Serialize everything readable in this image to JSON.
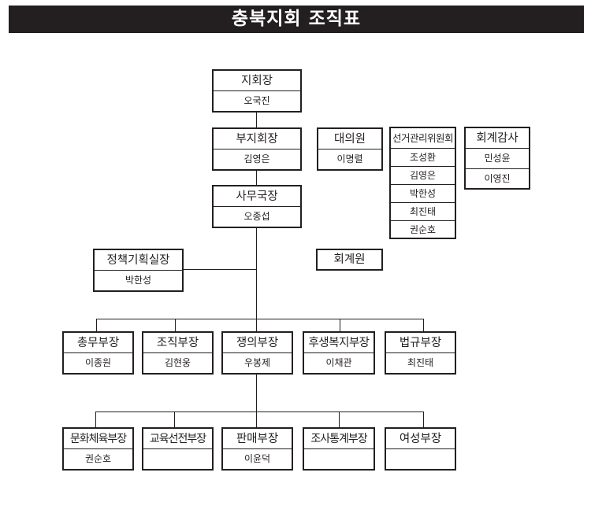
{
  "title": "충북지회 조직표",
  "top_chain": [
    {
      "position": "지회장",
      "names": [
        "오국진"
      ]
    },
    {
      "position": "부지회장",
      "names": [
        "김영은"
      ]
    },
    {
      "position": "사무국장",
      "names": [
        "오종섭"
      ]
    }
  ],
  "side_groups": [
    {
      "position": "대의원",
      "names": [
        "이명렬"
      ]
    },
    {
      "position": "선거관리위원회",
      "names": [
        "조성환",
        "김영은",
        "박한성",
        "최진태",
        "권순호"
      ]
    },
    {
      "position": "회계감사",
      "names": [
        "민성윤",
        "이영진"
      ]
    }
  ],
  "policy_office": {
    "position": "정책기획실장",
    "names": [
      "박한성"
    ]
  },
  "accountant": {
    "position": "회계원"
  },
  "departments_row1": [
    {
      "position": "총무부장",
      "name": "이종원"
    },
    {
      "position": "조직부장",
      "name": "김현웅"
    },
    {
      "position": "쟁의부장",
      "name": "우봉제"
    },
    {
      "position": "후생복지부장",
      "name": "이채관"
    },
    {
      "position": "법규부장",
      "name": "최진태"
    }
  ],
  "departments_row2": [
    {
      "position": "문화체육부장",
      "name": "권순호"
    },
    {
      "position": "교육선전부장",
      "name": ""
    },
    {
      "position": "판매부장",
      "name": "이윤덕"
    },
    {
      "position": "조사통계부장",
      "name": ""
    },
    {
      "position": "여성부장",
      "name": ""
    }
  ]
}
